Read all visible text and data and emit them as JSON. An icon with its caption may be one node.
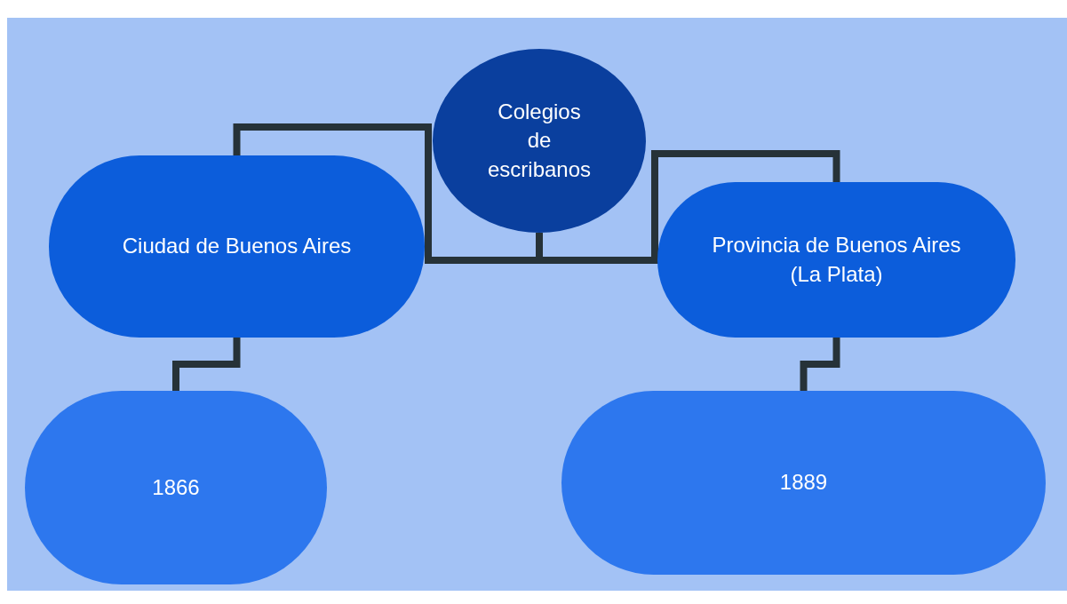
{
  "diagram": {
    "nodes": [
      {
        "text": [
          "Colegios de escribanos"
        ]
      },
      {
        "text": [
          "Ciudad de Buenos Aires"
        ]
      },
      {
        "text": [
          "Provincia de Buenos Aires (La Plata)"
        ]
      },
      {
        "text": [
          "1866"
        ]
      },
      {
        "text": [
          "1889"
        ]
      }
    ],
    "edges": [
      {
        "from": 0,
        "to": 1,
        "arrow": "none"
      },
      {
        "from": 0,
        "to": 2,
        "arrow": "none"
      },
      {
        "from": 1,
        "to": 3,
        "arrow": "none"
      },
      {
        "from": 2,
        "to": 4,
        "arrow": "none"
      }
    ]
  }
}
